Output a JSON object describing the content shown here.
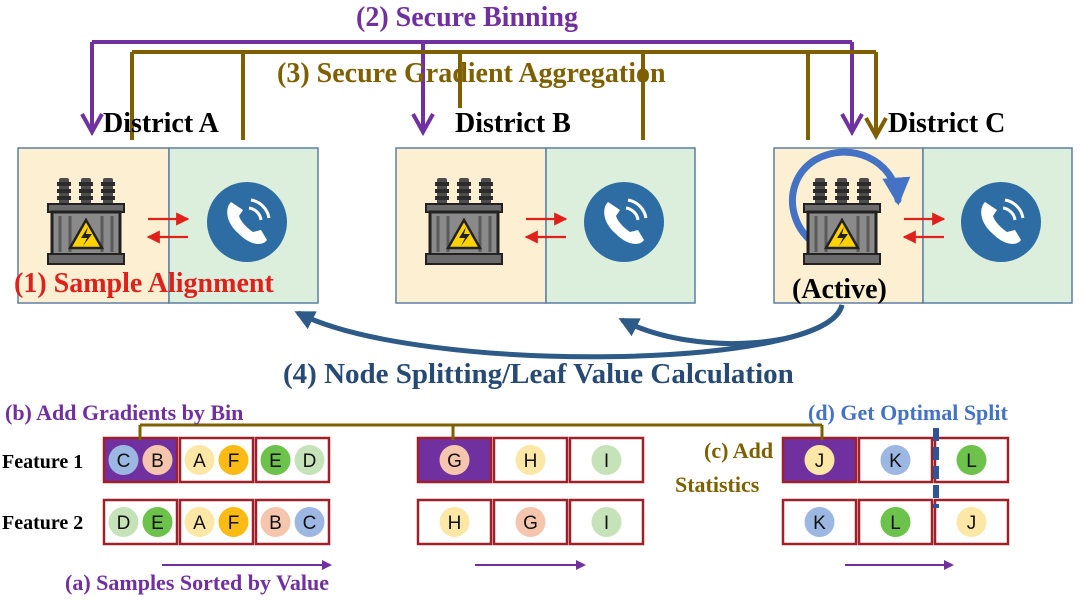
{
  "colors": {
    "purple": "#7030a0",
    "olive": "#7f6000",
    "red": "#e0201a",
    "navy": "#2e5a88",
    "blue_dash": "#2f5597",
    "device_bg": "#fdefd1",
    "phone_bg": "#dcefdc",
    "bin_border": "#a0202a"
  },
  "steps": {
    "binning": "(2) Secure Binning",
    "aggregation": "(3) Secure Gradient Aggregation",
    "alignment": "(1) Sample Alignment",
    "splitting": "(4) Node Splitting/Leaf Value Calculation"
  },
  "districts": [
    {
      "label": "District A",
      "note": ""
    },
    {
      "label": "District B",
      "note": ""
    },
    {
      "label": "District C",
      "note": "(Active)"
    }
  ],
  "icons": {
    "transformer": "transformer-icon",
    "phone": "phone-icon",
    "exchange": "bidirectional-arrows-icon"
  },
  "sub_steps": {
    "add_gradients": "(b) Add Gradients by Bin",
    "optimal_split": "(d) Get Optimal Split",
    "add_statistics_line1": "(c) Add",
    "add_statistics_line2": "Statistics",
    "sorted": "(a) Samples Sorted by Value"
  },
  "features": [
    "Feature 1",
    "Feature 2"
  ],
  "bins": {
    "A": {
      "feature1": [
        [
          {
            "l": "C",
            "c": "#9db7e3"
          },
          {
            "l": "B",
            "c": "#f5c6ad"
          }
        ],
        [
          {
            "l": "A",
            "c": "#fde7a7"
          },
          {
            "l": "F",
            "c": "#fbbb14"
          }
        ],
        [
          {
            "l": "E",
            "c": "#6cc24a"
          },
          {
            "l": "D",
            "c": "#c6e2b9"
          }
        ]
      ],
      "feature2": [
        [
          {
            "l": "D",
            "c": "#c6e2b9"
          },
          {
            "l": "E",
            "c": "#6cc24a"
          }
        ],
        [
          {
            "l": "A",
            "c": "#fde7a7"
          },
          {
            "l": "F",
            "c": "#fbbb14"
          }
        ],
        [
          {
            "l": "B",
            "c": "#f5c6ad"
          },
          {
            "l": "C",
            "c": "#9db7e3"
          }
        ]
      ]
    },
    "B": {
      "feature1": [
        [
          {
            "l": "G",
            "c": "#f5c6ad"
          }
        ],
        [
          {
            "l": "H",
            "c": "#fde7a7"
          }
        ],
        [
          {
            "l": "I",
            "c": "#c6e2b9"
          }
        ]
      ],
      "feature2": [
        [
          {
            "l": "H",
            "c": "#fde7a7"
          }
        ],
        [
          {
            "l": "G",
            "c": "#f5c6ad"
          }
        ],
        [
          {
            "l": "I",
            "c": "#c6e2b9"
          }
        ]
      ]
    },
    "C": {
      "feature1": [
        [
          {
            "l": "J",
            "c": "#fde7a7"
          }
        ],
        [
          {
            "l": "K",
            "c": "#9db7e3"
          }
        ],
        [
          {
            "l": "L",
            "c": "#6cc24a"
          }
        ]
      ],
      "feature2": [
        [
          {
            "l": "K",
            "c": "#9db7e3"
          }
        ],
        [
          {
            "l": "L",
            "c": "#6cc24a"
          }
        ],
        [
          {
            "l": "J",
            "c": "#fde7a7"
          }
        ]
      ]
    }
  }
}
